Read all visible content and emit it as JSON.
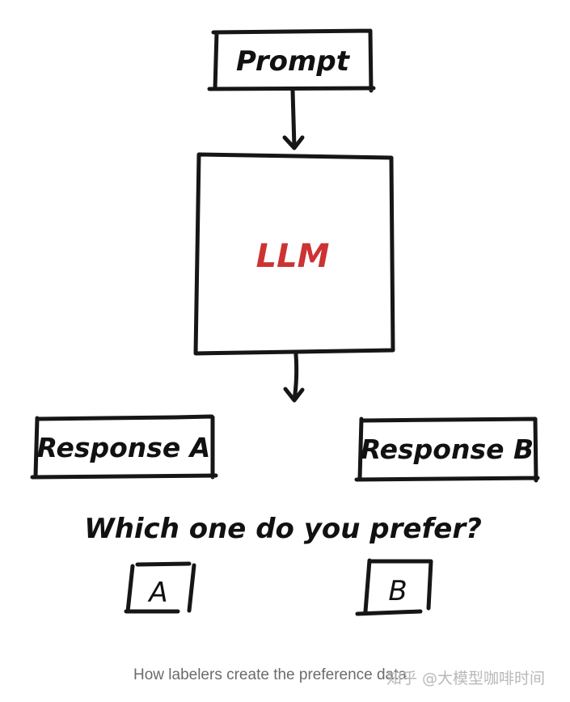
{
  "diagram": {
    "prompt_label": "Prompt",
    "model_label": "LLM",
    "response_a_label": "Response A",
    "response_b_label": "Response B",
    "question": "Which one do you prefer?",
    "choice_a": "A",
    "choice_b": "B",
    "colors": {
      "stroke": "#161616",
      "model_text": "#cc3333",
      "caption": "#6b6b6b"
    }
  },
  "caption": "How labelers create the preference data",
  "watermark": "知乎 @大模型咖啡时间"
}
